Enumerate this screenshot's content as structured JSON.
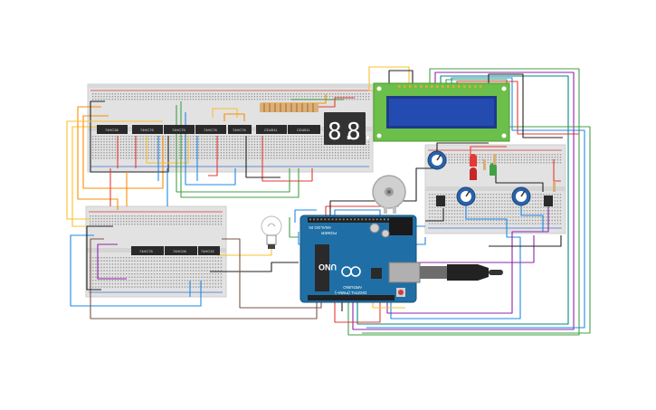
{
  "canvas": {
    "background": "#ffffff"
  },
  "colors": {
    "breadboard": "#e2e2e2",
    "breadboard_edge": "#cfcfcf",
    "rail_red": "#d33b3b",
    "rail_blue": "#3b6fd3",
    "chip": "#2a2a2a",
    "arduino": "#1f6fa6",
    "lcd_frame": "#6cbf4a",
    "lcd_screen": "#1d3a8a",
    "seg_display": "#333333",
    "seg_on": "#ffffff",
    "pot": "#2a62a8",
    "motor": "#bdbdbd",
    "usb": "#555555"
  },
  "wire_colors": [
    "#e53935",
    "#1e88e5",
    "#43a047",
    "#fbc02d",
    "#fb8c00",
    "#8e24aa",
    "#212121",
    "#795548",
    "#00897b",
    "#f06292"
  ],
  "chips_top": [
    {
      "label": "74HC38"
    },
    {
      "label": "74HC76"
    },
    {
      "label": "74HC75"
    },
    {
      "label": "74HC76"
    },
    {
      "label": "74HC76"
    },
    {
      "label": "CD4511"
    },
    {
      "label": "CD4511"
    }
  ],
  "chips_bottom": [
    {
      "label": "74HC76"
    },
    {
      "label": "74HC08"
    },
    {
      "label": "74HC32"
    }
  ],
  "seven_segment": {
    "digits": [
      "8.",
      "8."
    ]
  },
  "arduino": {
    "brand": "UNO",
    "sublabel": "ARDUINO",
    "power_label": "POWER",
    "analog_label": "ANALOG IN",
    "digital_label": "DIGITAL (PWM~)"
  },
  "lcd": {
    "rows": 2,
    "cols": 16
  },
  "leds": [
    {
      "color": "#e53935"
    },
    {
      "color": "#e53935"
    },
    {
      "color": "#43a047"
    }
  ]
}
